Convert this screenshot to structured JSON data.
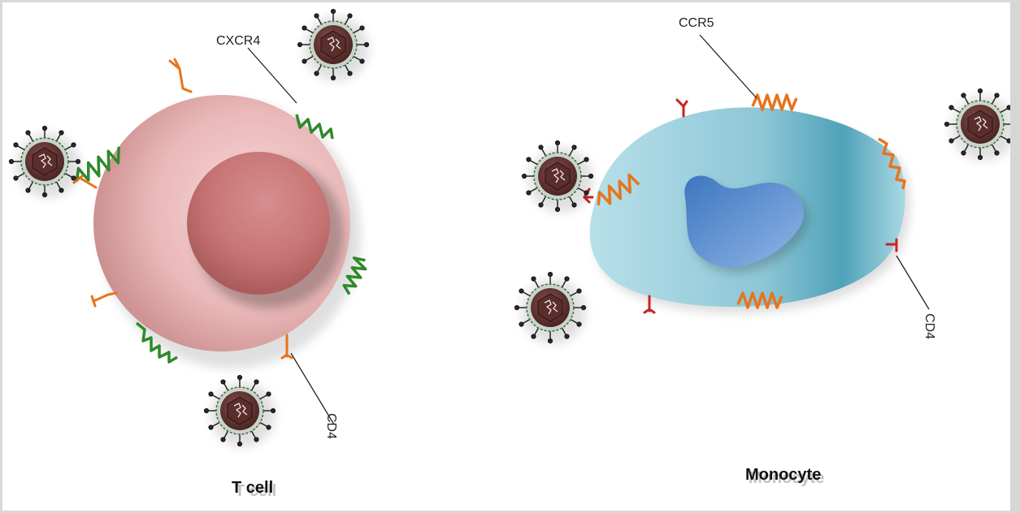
{
  "labels": {
    "cxcr4": "CXCR4",
    "ccr5": "CCR5",
    "cd4_left": "CD4",
    "cd4_right": "CD4"
  },
  "captions": {
    "t_cell": "T cell",
    "monocyte": "Monocyte"
  },
  "colors": {
    "t_cell_body": "#e9b3b3",
    "t_cell_nucleus": "#c97777",
    "monocyte_body": "#9fd2e0",
    "monocyte_nucleus": "#4f86c8",
    "cxcr4_receptor": "#2f8a2a",
    "ccr5_receptor": "#e8741c",
    "cd4_t_cell": "#e8741c",
    "cd4_monocyte": "#cc2222",
    "virus_core": "#6b3b36",
    "virus_spikes": "#1a1a1a"
  }
}
